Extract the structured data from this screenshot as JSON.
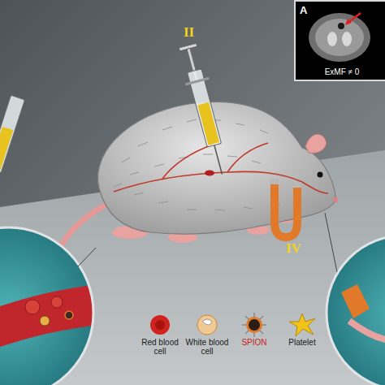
{
  "diagram": {
    "nodes": [
      {
        "text": [
          "A",
          "ExMF ≠ 0"
        ]
      }
    ],
    "labels": [
      "II",
      "IV"
    ],
    "legend": [
      {
        "text": "Red blood cell"
      },
      {
        "text": "White blood cell"
      },
      {
        "text": "SPION"
      },
      {
        "text": "Platelet"
      }
    ]
  }
}
